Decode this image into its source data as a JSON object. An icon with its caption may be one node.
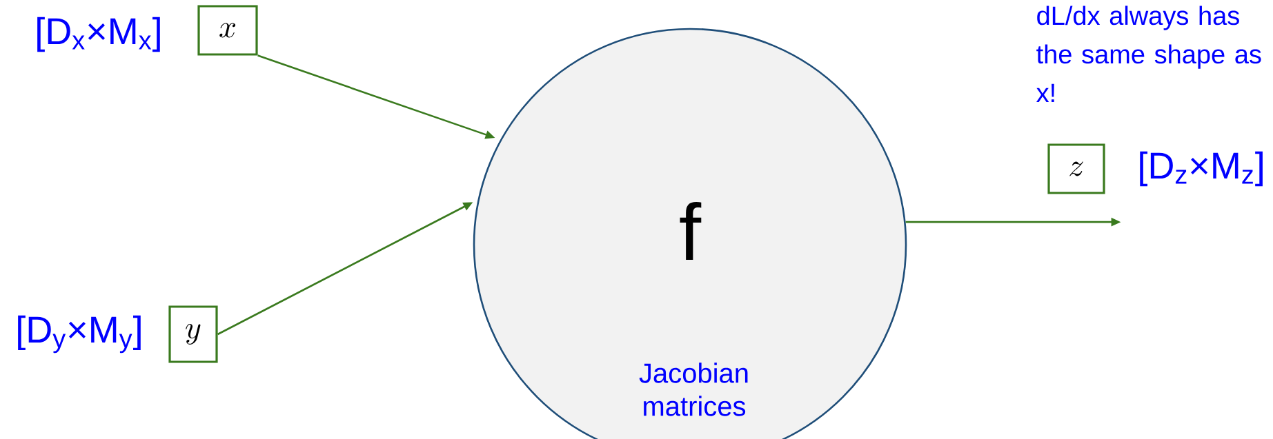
{
  "diagram": {
    "nodes": [
      {
        "text": [
          "x"
        ],
        "beside": [
          "[D$_{x}$×M$_{x}$]"
        ]
      },
      {
        "text": [
          "y"
        ],
        "beside": [
          "[D$_{y}$×M$_{y}$]"
        ]
      },
      {
        "text": [
          "f",
          "Jacobian matrices"
        ]
      },
      {
        "text": [
          "z"
        ],
        "beside": [
          "[D$_{z}$×M$_{z}$]"
        ]
      }
    ],
    "edges": [
      {
        "from": 0,
        "to": 2,
        "arrow": "to"
      },
      {
        "from": 1,
        "to": 2,
        "arrow": "to"
      },
      {
        "from": 2,
        "to": null,
        "arrow": "to"
      }
    ],
    "labels": [
      "dL/dx always has the same shape as x!"
    ]
  }
}
